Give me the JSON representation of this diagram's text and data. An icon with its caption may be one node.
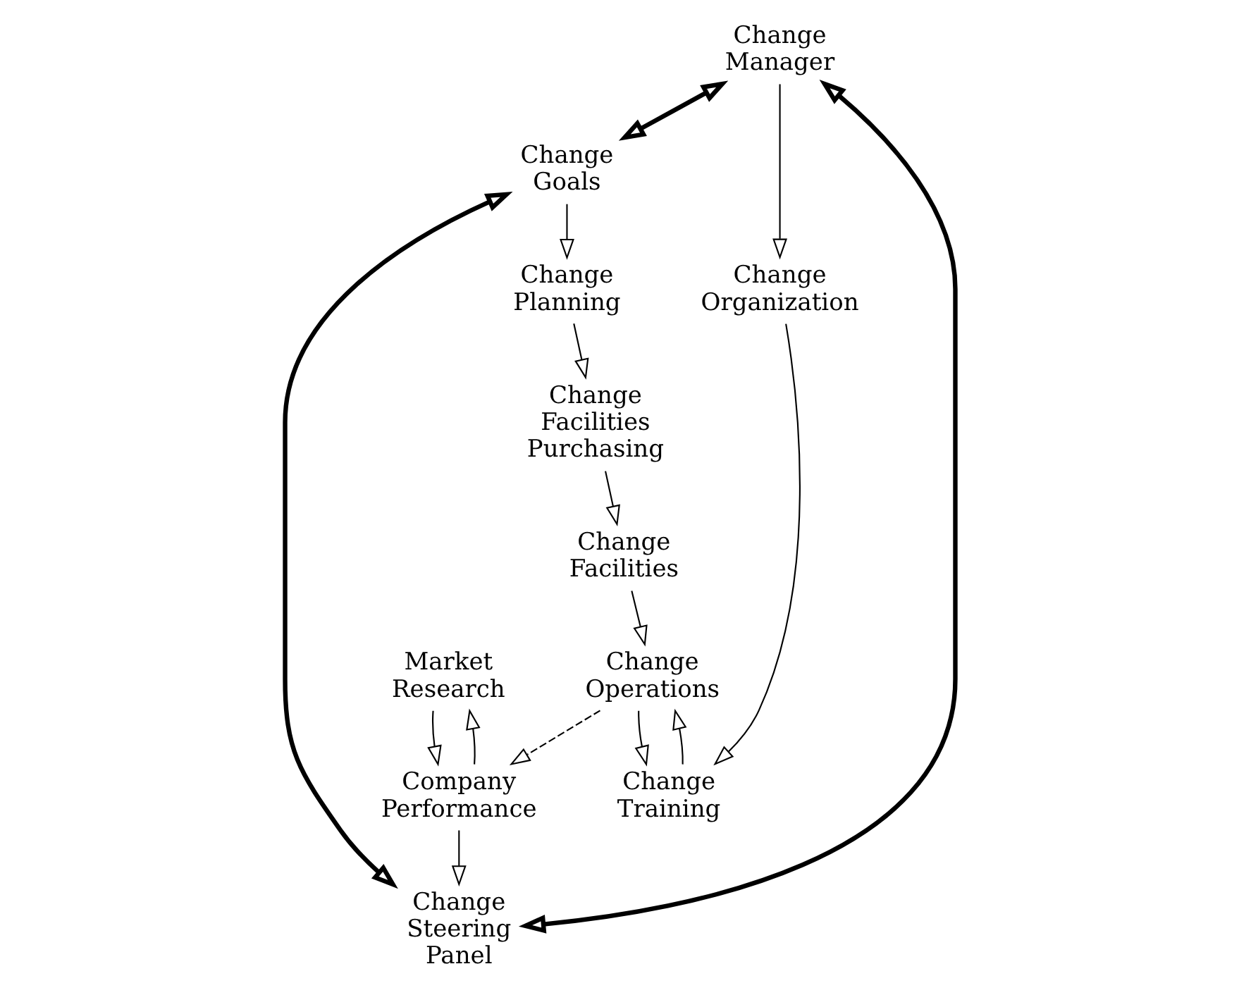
{
  "diagram": {
    "nodes": [
      {
        "text": [
          "Market Research"
        ]
      },
      {
        "text": [
          "Company Performance"
        ]
      },
      {
        "text": [
          "Change Steering Panel"
        ]
      },
      {
        "text": [
          "Change Manager"
        ]
      },
      {
        "text": [
          "Change Planning"
        ]
      },
      {
        "text": [
          "Change Goals"
        ]
      },
      {
        "text": [
          "Change Organization"
        ]
      },
      {
        "text": [
          "Change Facilities Purchasing"
        ]
      },
      {
        "text": [
          "Change Facilities"
        ]
      },
      {
        "text": [
          "Change Training"
        ]
      },
      {
        "text": [
          "Change Operations"
        ]
      }
    ],
    "edges": [
      {
        "from": 0,
        "to": 1,
        "arrow": "to"
      },
      {
        "from": 1,
        "to": 0,
        "arrow": "to"
      },
      {
        "from": 1,
        "to": 2,
        "arrow": "to"
      },
      {
        "from": 3,
        "to": 2,
        "arrow": "both",
        "style": "thick"
      },
      {
        "from": 5,
        "to": 2,
        "arrow": "both",
        "style": "thick"
      },
      {
        "from": 3,
        "to": 5,
        "arrow": "both",
        "style": "thick"
      },
      {
        "from": 3,
        "to": 6,
        "arrow": "to"
      },
      {
        "from": 5,
        "to": 4,
        "arrow": "to"
      },
      {
        "from": 4,
        "to": 7,
        "arrow": "to"
      },
      {
        "from": 7,
        "to": 8,
        "arrow": "to"
      },
      {
        "from": 6,
        "to": 9,
        "arrow": "to"
      },
      {
        "from": 9,
        "to": 10,
        "arrow": "to"
      },
      {
        "from": 8,
        "to": 10,
        "arrow": "to"
      },
      {
        "from": 10,
        "to": 9,
        "arrow": "to"
      },
      {
        "from": 10,
        "to": 1,
        "arrow": "to",
        "style": "dashed"
      }
    ]
  }
}
